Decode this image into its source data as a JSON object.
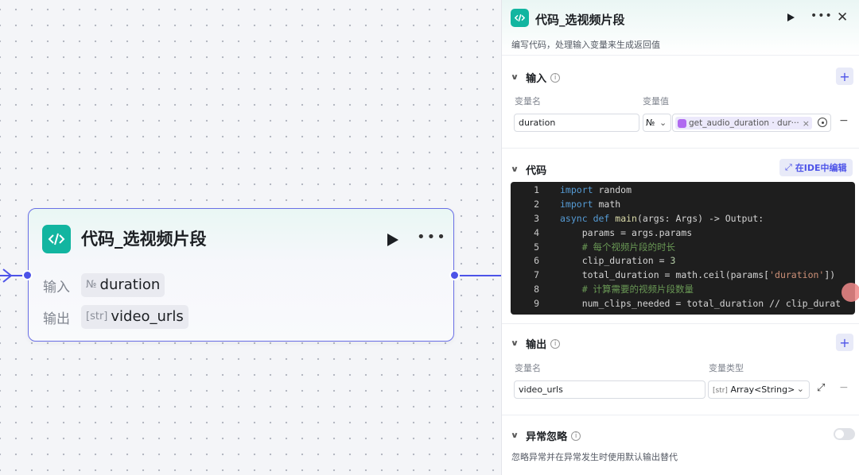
{
  "node": {
    "title": "代码_选视频片段",
    "input_label": "输入",
    "input_type": "№",
    "input_name": "duration",
    "output_label": "输出",
    "output_type": "[str]",
    "output_name": "video_urls"
  },
  "panel": {
    "title": "代码_选视频片段",
    "description": "编写代码，处理输入变量来生成返回值",
    "input_section": {
      "title": "输入",
      "col_name": "变量名",
      "col_value": "变量值",
      "var_name": "duration",
      "value_type": "№",
      "ref_value": "get_audio_duration · dur···",
      "remove": "×",
      "minus": "−"
    },
    "code_section": {
      "title": "代码",
      "ide_button": "在IDE中编辑",
      "lines": [
        {
          "n": "1",
          "html": "<span class='kw'>import</span> random"
        },
        {
          "n": "2",
          "html": "<span class='kw'>import</span> math"
        },
        {
          "n": "3",
          "html": "<span class='kw'>async</span> <span class='kw'>def</span> <span class='fn'>main</span>(args: Args) -> Output:"
        },
        {
          "n": "4",
          "html": "    params = args.params"
        },
        {
          "n": "5",
          "html": "    <span class='cm'># 每个视频片段的时长</span>"
        },
        {
          "n": "6",
          "html": "    clip_duration = <span class='num'>3</span>"
        },
        {
          "n": "7",
          "html": "    total_duration = math.ceil(params[<span class='str'>'duration'</span>])"
        },
        {
          "n": "8",
          "html": "    <span class='cm'># 计算需要的视频片段数量</span>"
        },
        {
          "n": "9",
          "html": "    num_clips_needed = total_duration // clip_durat"
        }
      ]
    },
    "output_section": {
      "title": "输出",
      "col_name": "变量名",
      "col_type": "变量类型",
      "var_name": "video_urls",
      "type_icon": "[str]",
      "type_value": "Array<String>",
      "minus": "−"
    },
    "exception_section": {
      "title": "异常忽略",
      "description": "忽略异常并在异常发生时使用默认输出替代",
      "enabled": false
    }
  },
  "colors": {
    "accent": "#4d53e8",
    "code_icon": "#12b5a0"
  }
}
